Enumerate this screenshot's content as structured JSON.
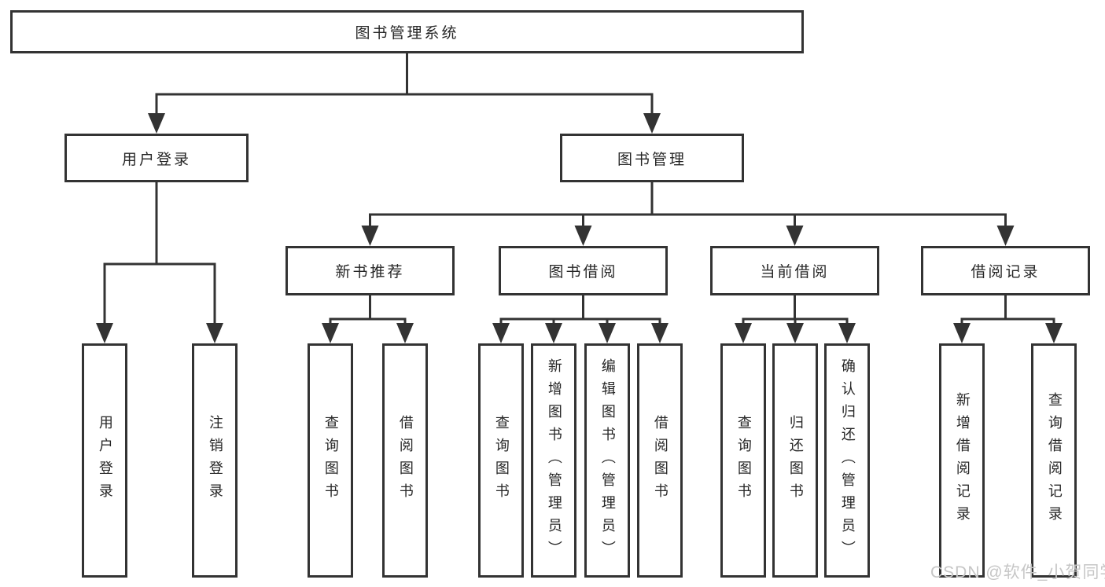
{
  "tree": {
    "label": "图书管理系统",
    "children": [
      {
        "label": "用户登录",
        "children": [
          {
            "label": "用户登录"
          },
          {
            "label": "注销登录"
          }
        ]
      },
      {
        "label": "图书管理",
        "children": [
          {
            "label": "新书推荐",
            "children": [
              {
                "label": "查询图书"
              },
              {
                "label": "借阅图书"
              }
            ]
          },
          {
            "label": "图书借阅",
            "children": [
              {
                "label": "查询图书"
              },
              {
                "label": "新增图书（管理员）"
              },
              {
                "label": "编辑图书（管理员）"
              },
              {
                "label": "借阅图书"
              }
            ]
          },
          {
            "label": "当前借阅",
            "children": [
              {
                "label": "查询图书"
              },
              {
                "label": "归还图书"
              },
              {
                "label": "确认归还（管理员）"
              }
            ]
          },
          {
            "label": "借阅记录",
            "children": [
              {
                "label": "新增借阅记录"
              },
              {
                "label": "查询借阅记录"
              }
            ]
          }
        ]
      }
    ]
  },
  "watermark": "CSDN @软件_小贺同学",
  "colors": {
    "line": "#333333",
    "box_border": "#333333",
    "box_bg": "#ffffff",
    "text": "#262626",
    "watermark": "#c6c6c6"
  }
}
